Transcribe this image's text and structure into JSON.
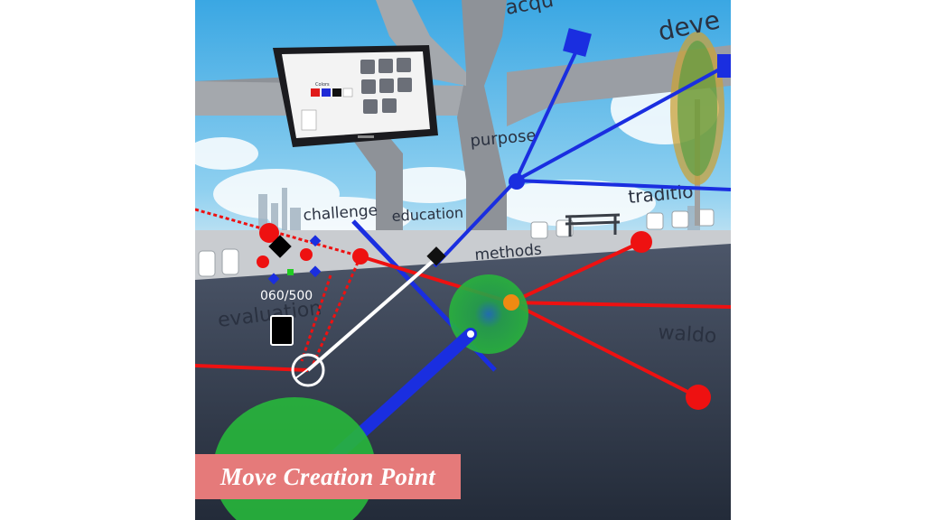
{
  "caption": "Move Creation Point",
  "counter": "060/500",
  "labels": {
    "acquisition": "acqu",
    "development": "deve",
    "purpose": "purpose",
    "tradition": "traditio",
    "challenge": "challenge",
    "education": "education",
    "methods": "methods",
    "evaluation": "evaluation",
    "waldorf": "waldo"
  },
  "tablet": {
    "colors_label": "Colors",
    "swatches": [
      "#e01a1a",
      "#1f2ad6",
      "#111111",
      "#ffffff"
    ]
  },
  "colors": {
    "node_red": "#ee1111",
    "node_blue": "#1a2ee0",
    "node_orange": "#f08a12",
    "ground": "#2e3748",
    "sky": "#4fb4e8"
  }
}
